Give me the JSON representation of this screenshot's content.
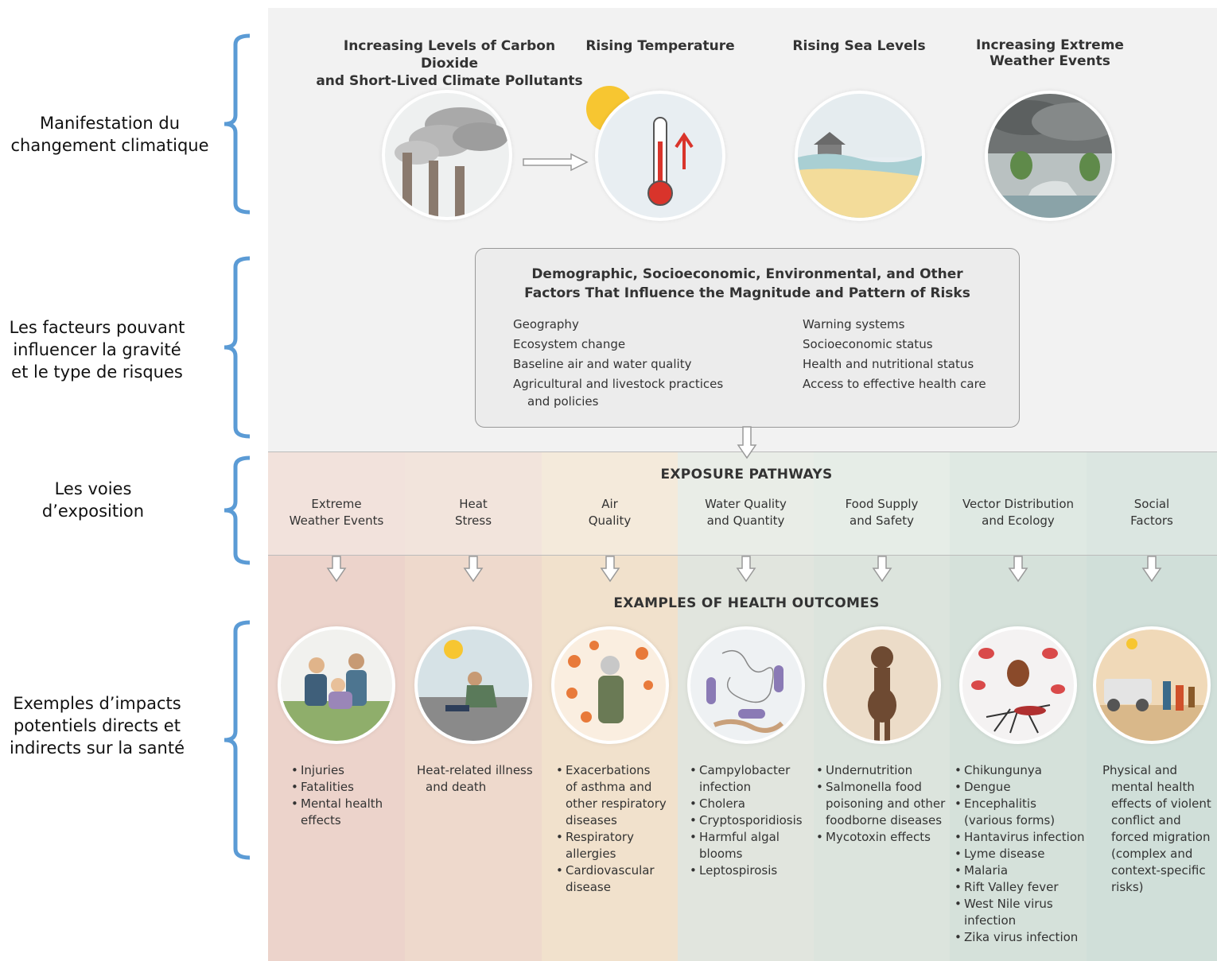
{
  "left_labels": {
    "manifestation": [
      "Manifestation du",
      "changement climatique"
    ],
    "factors": [
      "Les facteurs pouvant",
      "influencer la gravité",
      "et le type de risques"
    ],
    "exposure": [
      "Les voies",
      "d’exposition"
    ],
    "impacts": [
      "Exemples d’impacts",
      "potentiels directs et",
      "indirects sur la santé"
    ]
  },
  "manifestations": [
    {
      "title": [
        "Increasing Levels of Carbon Dioxide",
        "and Short-Lived Climate Pollutants"
      ],
      "icon": "smokestack-icon"
    },
    {
      "title": [
        "Rising Temperature"
      ],
      "icon": "thermometer-icon"
    },
    {
      "title": [
        "Rising Sea Levels"
      ],
      "icon": "flooded-house-icon"
    },
    {
      "title": [
        "Increasing Extreme",
        "Weather Events"
      ],
      "icon": "storm-icon"
    }
  ],
  "factors_box": {
    "title": [
      "Demographic, Socioeconomic, Environmental, and Other",
      "Factors That Influence the Magnitude and Pattern of Risks"
    ],
    "left": [
      "Geography",
      "Ecosystem change",
      "Baseline air and water quality",
      "Agricultural and livestock practices",
      "and policies"
    ],
    "right": [
      "Warning systems",
      "Socioeconomic status",
      "Health and nutritional status",
      "Access to effective health care"
    ]
  },
  "exposure_heading": "EXPOSURE PATHWAYS",
  "outcomes_heading": "EXAMPLES OF HEALTH OUTCOMES",
  "pathways": [
    {
      "label": [
        "Extreme",
        "Weather Events"
      ],
      "color_top": "#f2e2dc",
      "color_bot": "#ecd3cb",
      "icon": "injured-people-icon",
      "outcomes": {
        "bullets": true,
        "items": [
          [
            "Injuries"
          ],
          [
            "Fatalities"
          ],
          [
            "Mental health",
            "effects"
          ]
        ]
      }
    },
    {
      "label": [
        "Heat",
        "Stress"
      ],
      "color_top": "#f2e4dc",
      "color_bot": "#eed9cc",
      "icon": "heat-collapse-icon",
      "outcomes": {
        "bullets": false,
        "items": [
          [
            "Heat-related illness",
            "and death"
          ]
        ]
      }
    },
    {
      "label": [
        "Air",
        "Quality"
      ],
      "color_top": "#f4eadb",
      "color_bot": "#f1e1cc",
      "icon": "respiratory-icon",
      "outcomes": {
        "bullets": true,
        "items": [
          [
            "Exacerbations",
            "of asthma and",
            "other respiratory",
            "diseases"
          ],
          [
            "Respiratory",
            "allergies"
          ],
          [
            "Cardiovascular",
            "disease"
          ]
        ]
      }
    },
    {
      "label": [
        "Water Quality",
        "and Quantity"
      ],
      "color_top": "#e9ede7",
      "color_bot": "#e1e5de",
      "icon": "bacteria-icon",
      "outcomes": {
        "bullets": true,
        "items": [
          [
            "Campylobacter",
            "infection"
          ],
          [
            "Cholera"
          ],
          [
            "Cryptosporidiosis"
          ],
          [
            "Harmful algal",
            "blooms"
          ],
          [
            "Leptospirosis"
          ]
        ]
      }
    },
    {
      "label": [
        "Food Supply",
        "and Safety"
      ],
      "color_top": "#e6ede7",
      "color_bot": "#dce4dd",
      "icon": "malnourished-child-icon",
      "outcomes": {
        "bullets": true,
        "items": [
          [
            "Undernutrition"
          ],
          [
            "Salmonella food",
            "poisoning and other",
            "foodborne diseases"
          ],
          [
            "Mycotoxin effects"
          ]
        ]
      }
    },
    {
      "label": [
        "Vector Distribution",
        "and Ecology"
      ],
      "color_top": "#dfe9e3",
      "color_bot": "#d5e1da",
      "icon": "mosquito-tick-icon",
      "outcomes": {
        "bullets": true,
        "items": [
          [
            "Chikungunya"
          ],
          [
            "Dengue"
          ],
          [
            "Encephalitis",
            "(various forms)"
          ],
          [
            "Hantavirus infection"
          ],
          [
            "Lyme disease"
          ],
          [
            "Malaria"
          ],
          [
            "Rift Valley fever"
          ],
          [
            "West Nile virus",
            "infection"
          ],
          [
            "Zika virus infection"
          ]
        ]
      }
    },
    {
      "label": [
        "Social",
        "Factors"
      ],
      "color_top": "#dbe6e1",
      "color_bot": "#d0dfd9",
      "icon": "migration-icon",
      "outcomes": {
        "bullets": false,
        "items": [
          [
            "Physical and",
            "mental health",
            "effects of violent",
            "conflict and",
            "forced migration",
            "(complex and",
            "context-specific",
            "risks)"
          ]
        ]
      }
    }
  ],
  "colors": {
    "brace": "#5b9bd5",
    "panel_border": "#555555"
  }
}
